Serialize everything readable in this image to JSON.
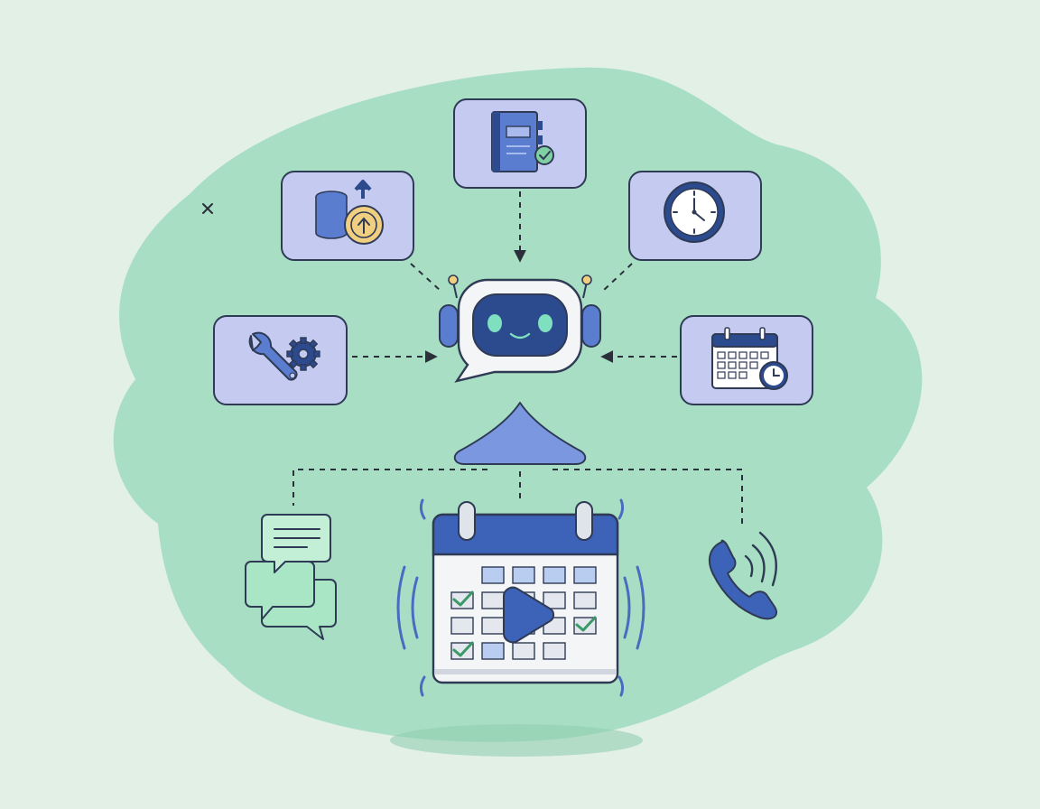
{
  "diagram": {
    "center": {
      "icon": "chatbot-robot-icon"
    },
    "inputs": [
      {
        "id": "database-upgrade",
        "icon": "database-coin-upload-icon"
      },
      {
        "id": "knowledge-base",
        "icon": "book-check-icon"
      },
      {
        "id": "time",
        "icon": "clock-icon"
      },
      {
        "id": "tools",
        "icon": "wrench-gear-icon"
      },
      {
        "id": "schedule",
        "icon": "calendar-clock-icon"
      }
    ],
    "router": {
      "icon": "triangle-splitter-icon"
    },
    "outputs": [
      {
        "id": "chat",
        "icon": "chat-bubbles-icon"
      },
      {
        "id": "calendar-automation",
        "icon": "calendar-play-icon"
      },
      {
        "id": "phone",
        "icon": "phone-call-icon"
      }
    ],
    "decoration": {
      "icon": "close-x-icon"
    }
  },
  "colors": {
    "background": "#e3f0e5",
    "blob": "#a8dfc4",
    "card": "#c5cbf0",
    "card_border": "#2f3a55",
    "accent_blue": "#4a6cc0",
    "dark_blue": "#2c4a8e",
    "check_green": "#7fd1a3",
    "gold": "#f0d080"
  }
}
